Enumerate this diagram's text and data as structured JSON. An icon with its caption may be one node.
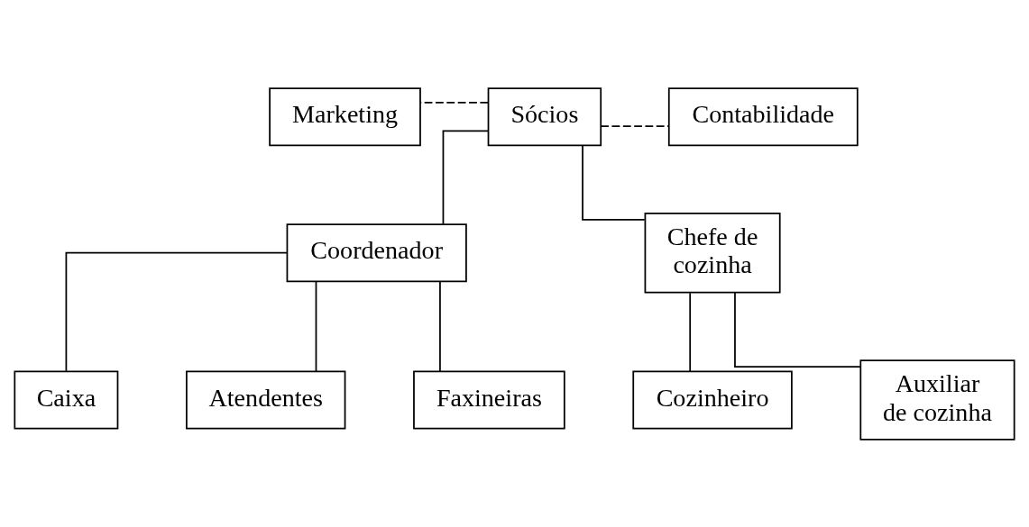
{
  "diagram": {
    "nodes": [
      {
        "text": [
          "Sócios"
        ]
      },
      {
        "text": [
          "Marketing"
        ]
      },
      {
        "text": [
          "Contabilidade"
        ]
      },
      {
        "text": [
          "Coordenador"
        ]
      },
      {
        "text": [
          "Chefe de cozinha"
        ]
      },
      {
        "text": [
          "Caixa"
        ]
      },
      {
        "text": [
          "Atendentes"
        ]
      },
      {
        "text": [
          "Faxineiras"
        ]
      },
      {
        "text": [
          "Cozinheiro"
        ]
      },
      {
        "text": [
          "Auxiliar de cozinha"
        ]
      }
    ],
    "edges": [
      {
        "from": 0,
        "to": 1,
        "arrow": "none",
        "style": "dashed"
      },
      {
        "from": 0,
        "to": 2,
        "arrow": "none",
        "style": "dashed"
      },
      {
        "from": 0,
        "to": 3,
        "arrow": "none"
      },
      {
        "from": 0,
        "to": 4,
        "arrow": "none"
      },
      {
        "from": 3,
        "to": 5,
        "arrow": "none"
      },
      {
        "from": 3,
        "to": 6,
        "arrow": "none"
      },
      {
        "from": 3,
        "to": 7,
        "arrow": "none"
      },
      {
        "from": 4,
        "to": 8,
        "arrow": "none"
      },
      {
        "from": 4,
        "to": 9,
        "arrow": "none"
      }
    ]
  }
}
